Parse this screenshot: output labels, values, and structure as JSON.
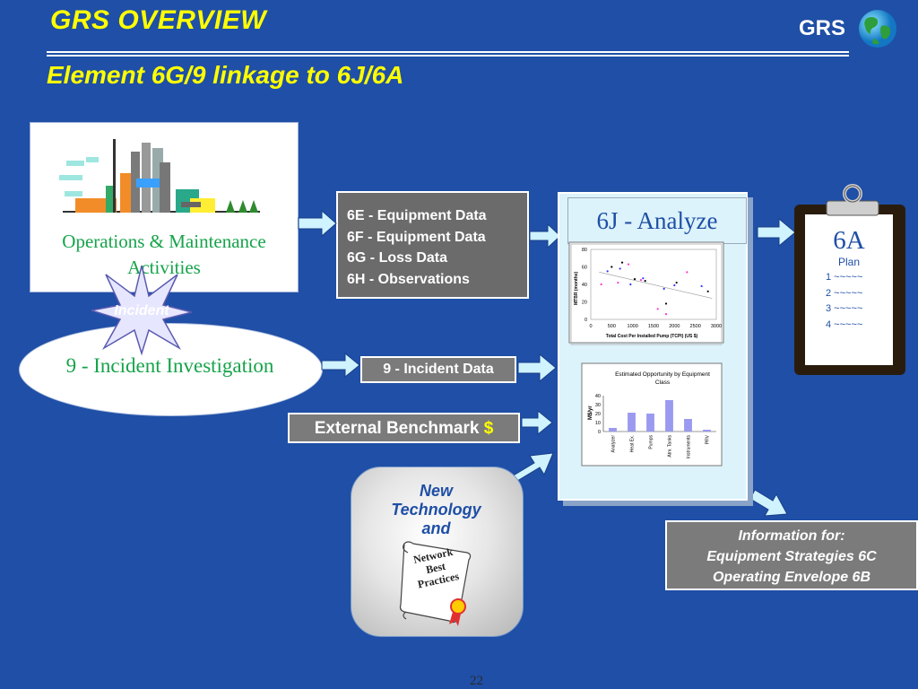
{
  "header": {
    "title": "GRS OVERVIEW",
    "subtitle": "Element 6G/9 linkage to 6J/6A",
    "logo_text": "GRS"
  },
  "operations": {
    "label": "Operations & Maintenance Activities"
  },
  "incident_star": {
    "label": "Incident"
  },
  "investigation": {
    "label": "9 - Incident Investigation"
  },
  "data_box": {
    "lines": [
      "6E - Equipment Data",
      "6F - Equipment Data",
      "6G - Loss Data",
      "6H - Observations"
    ]
  },
  "incident_data": {
    "label": "9 - Incident Data"
  },
  "benchmark": {
    "label": "External Benchmark",
    "symbol": "$"
  },
  "technology": {
    "lines": [
      "New",
      "Technology",
      "and"
    ],
    "scroll_lines": [
      "Network",
      "Best",
      "Practices"
    ]
  },
  "analyze": {
    "title": "6J - Analyze"
  },
  "scatter_chart": {
    "type": "scatter",
    "y_label": "MTBR (months)",
    "x_label": "Total Cost Per Installed Pump (TCPI) (US $)",
    "x_ticks": [
      "0",
      "500",
      "1000",
      "1500",
      "2000",
      "2500",
      "3000"
    ],
    "y_ticks": [
      "0",
      "20",
      "40",
      "60",
      "80"
    ],
    "xlim": [
      0,
      3000
    ],
    "ylim": [
      0,
      80
    ],
    "points": [
      [
        250,
        40
      ],
      [
        400,
        55
      ],
      [
        500,
        60
      ],
      [
        650,
        42
      ],
      [
        700,
        58
      ],
      [
        750,
        65
      ],
      [
        900,
        63
      ],
      [
        950,
        40
      ],
      [
        1050,
        46
      ],
      [
        1200,
        45
      ],
      [
        1250,
        47
      ],
      [
        1300,
        44
      ],
      [
        1600,
        12
      ],
      [
        1750,
        35
      ],
      [
        1800,
        18
      ],
      [
        1800,
        6
      ],
      [
        2000,
        39
      ],
      [
        2050,
        42
      ],
      [
        2300,
        54
      ],
      [
        2650,
        38
      ],
      [
        2800,
        32
      ]
    ],
    "trend": [
      [
        200,
        54
      ],
      [
        2900,
        24
      ]
    ]
  },
  "bar_chart": {
    "type": "bar",
    "title": "Estimated Opportunity by Equipment Class",
    "y_label": "M$/yr",
    "y_ticks": [
      "0",
      "10",
      "20",
      "30",
      "40"
    ],
    "ylim": [
      0,
      40
    ],
    "categories": [
      "Analyzer",
      "Heat Ex.",
      "Pumps",
      "Atm. Tanks",
      "Instruments",
      "PRV"
    ],
    "values": [
      4,
      21,
      20,
      35,
      14,
      2
    ],
    "bar_color": "#9a9af0"
  },
  "plan": {
    "title": "6A",
    "subtitle": "Plan",
    "items": [
      "1 ~~~~~",
      "2 ~~~~~",
      "3 ~~~~~",
      "4 ~~~~~"
    ]
  },
  "info_box": {
    "lines": [
      "Information for:",
      "Equipment Strategies 6C",
      "Operating Envelope 6B"
    ]
  },
  "footer": {
    "page_number": "22"
  },
  "colors": {
    "background": "#1f4fa6",
    "title": "#ffff00",
    "box_grey": "#7b7b7b",
    "arrow_fill": "#cff3ff"
  }
}
